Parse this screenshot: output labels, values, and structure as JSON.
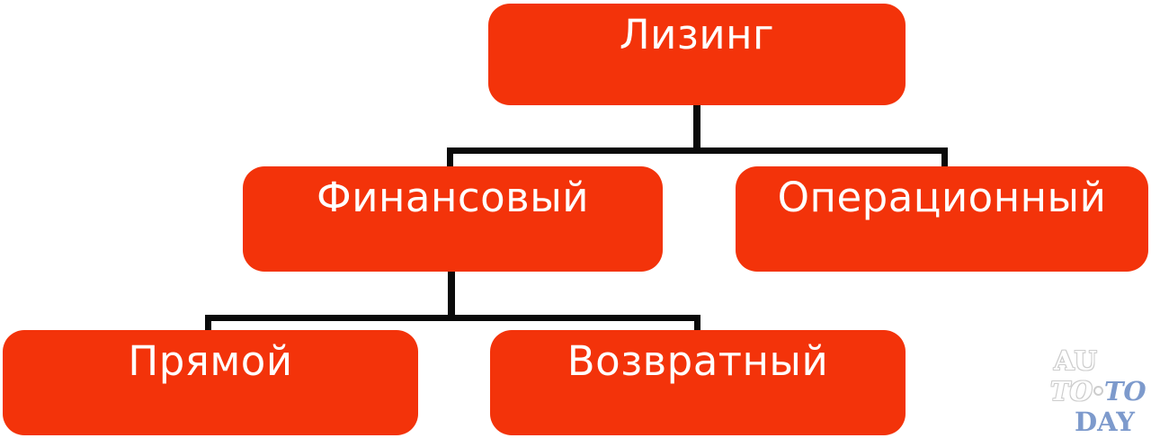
{
  "diagram": {
    "title": "Лизинг",
    "nodes": [
      {
        "id": "root",
        "label": "Лизинг",
        "level": 0
      },
      {
        "id": "financial",
        "label": "Финансовый",
        "level": 1
      },
      {
        "id": "operational",
        "label": "Операционный",
        "level": 1
      },
      {
        "id": "direct",
        "label": "Прямой",
        "level": 2
      },
      {
        "id": "leaseback",
        "label": "Возвратный",
        "level": 2
      }
    ],
    "hierarchy": {
      "Лизинг": {
        "Финансовый": [
          "Прямой",
          "Возвратный"
        ],
        "Операционный": []
      }
    },
    "colors": {
      "node_fill": "#f3330a",
      "node_text": "#ffffff",
      "connector": "#0a0a0a",
      "background": "#ffffff"
    }
  },
  "watermark": {
    "line1": "AU",
    "line2_left": "TO",
    "line2_right": "TO",
    "line3": "DAY",
    "full_text": "AUTO·TODAY",
    "colors": {
      "white_text": "#ffffff",
      "outline": "#cdcdcd",
      "blue_text": "#7d9acc"
    }
  }
}
